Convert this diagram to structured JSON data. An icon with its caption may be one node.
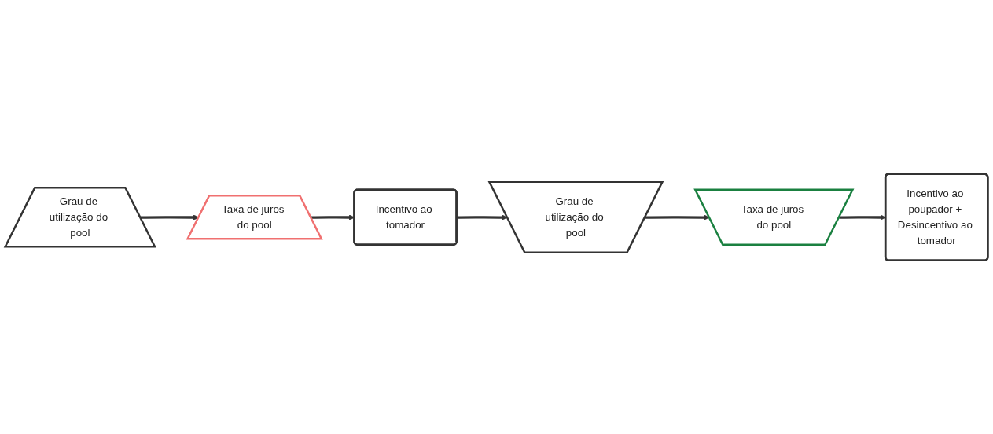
{
  "diagram": {
    "nodes": [
      {
        "text": [
          "Grau de utilização do pool"
        ]
      },
      {
        "text": [
          "Taxa de juros do pool"
        ]
      },
      {
        "text": [
          "Incentivo ao tomador"
        ]
      },
      {
        "text": [
          "Grau de utilização do pool"
        ]
      },
      {
        "text": [
          "Taxa de juros do pool"
        ]
      },
      {
        "text": [
          "Incentivo ao poupador + Desincentivo ao tomador"
        ]
      }
    ],
    "edges": [
      {
        "from": 0,
        "to": 1,
        "arrow": "to"
      },
      {
        "from": 1,
        "to": 2,
        "arrow": "to"
      },
      {
        "from": 2,
        "to": 3,
        "arrow": "to"
      },
      {
        "from": 3,
        "to": 4,
        "arrow": "to"
      },
      {
        "from": 4,
        "to": 5,
        "arrow": "to"
      }
    ]
  }
}
